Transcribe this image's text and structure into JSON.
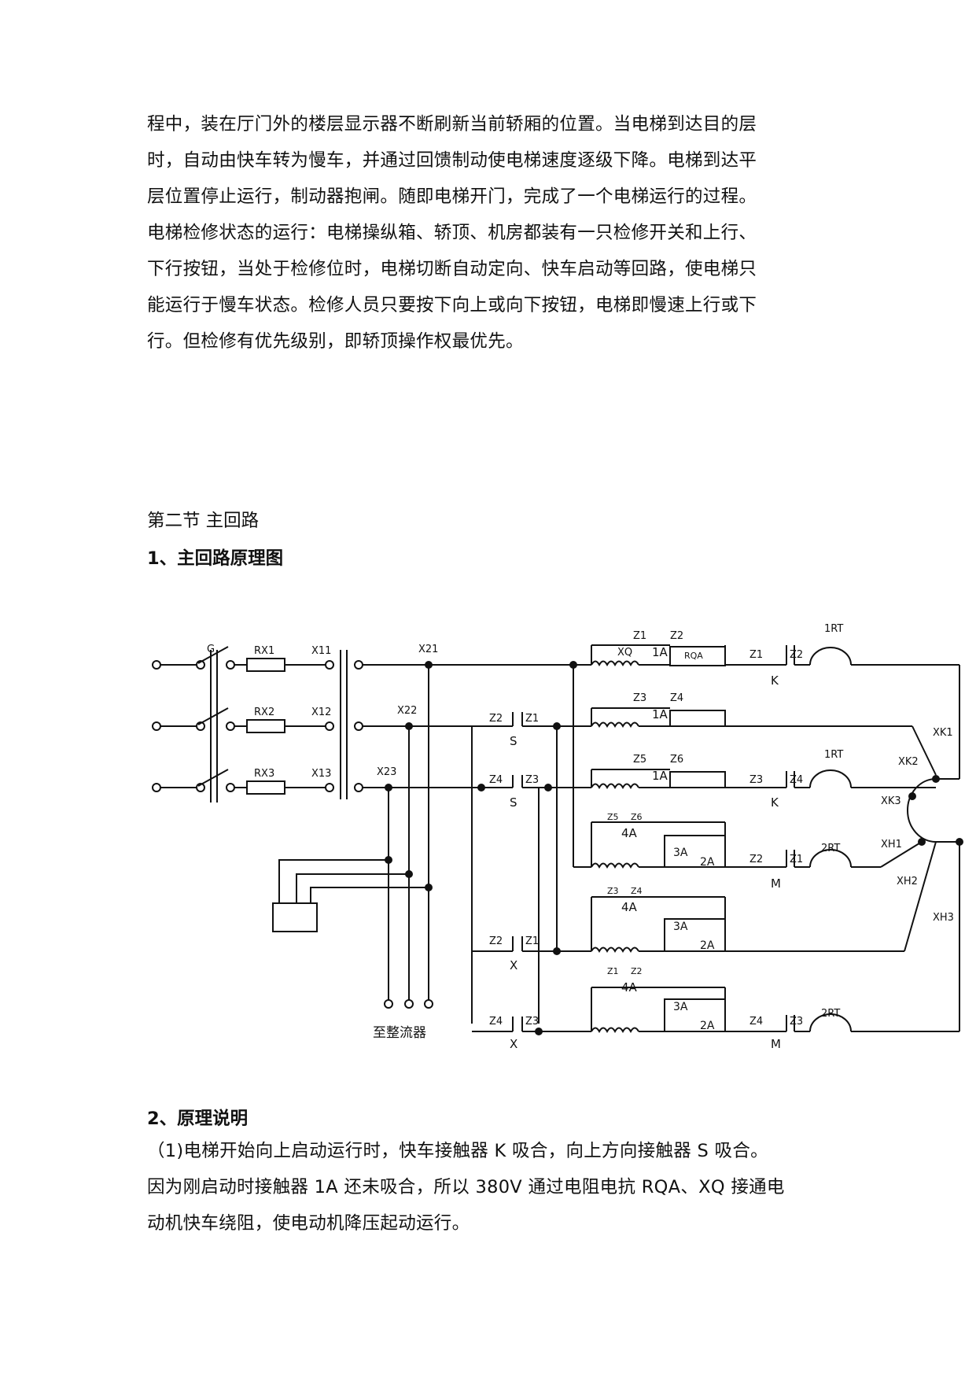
{
  "intro_lines": [
    "程中，装在厅门外的楼层显示器不断刷新当前轿厢的位置。当电梯到达目的层",
    "时，自动由快车转为慢车，并通过回馈制动使电梯速度逐级下降。电梯到达平",
    "层位置停止运行，制动器抱闸。随即电梯开门，完成了一个电梯运行的过程。",
    "电梯检修状态的运行：电梯操纵箱、轿顶、机房都装有一只检修开关和上行、",
    "下行按钮，当处于检修位时，电梯切断自动定向、快车启动等回路，使电梯只",
    "能运行于慢车状态。检修人员只要按下向上或向下按钮，电梯即慢速上行或下",
    "行。但检修有优先级别，即轿顶操作权最优先。"
  ],
  "section_title": "第二节  主回路",
  "subsection_1": "1、主回路原理图",
  "diagram": {
    "labels": {
      "G": "G",
      "RX1": "RX1",
      "RX2": "RX2",
      "RX3": "RX3",
      "X11": "X11",
      "X12": "X12",
      "X13": "X13",
      "X21": "X21",
      "X22": "X22",
      "X23": "X23",
      "to_rectifier": "至整流器",
      "Z1": "Z1",
      "Z2": "Z2",
      "Z3": "Z3",
      "Z4": "Z4",
      "Z5": "Z5",
      "Z6": "Z6",
      "XQ": "XQ",
      "RQA": "RQA",
      "1A": "1A",
      "2A": "2A",
      "3A": "3A",
      "4A": "4A",
      "K": "K",
      "S": "S",
      "M": "M",
      "X": "X",
      "1RT": "1RT",
      "2RT": "2RT",
      "XK1": "XK1",
      "XK2": "XK2",
      "XK3": "XK3",
      "XH1": "XH1",
      "XH2": "XH2",
      "XH3": "XH3"
    }
  },
  "subsection_2": "2、原理说明",
  "explain_lines": [
    "（1)电梯开始向上启动运行时，快车接触器 K 吸合，向上方向接触器 S 吸合。",
    "因为刚启动时接触器 1A 还未吸合，所以 380V 通过电阻电抗 RQA、XQ 接通电",
    "动机快车绕阻，使电动机降压起动运行。"
  ]
}
